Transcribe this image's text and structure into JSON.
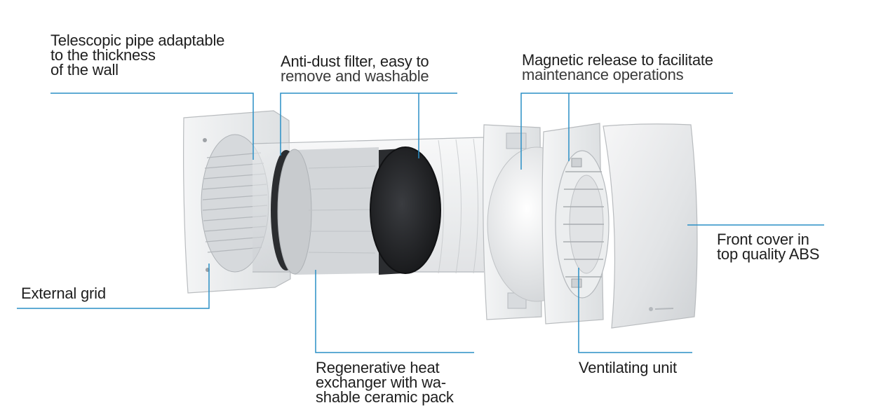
{
  "labels": {
    "telescopic_pipe": [
      "Telescopic pipe adaptable",
      "to the thickness",
      "of the wall"
    ],
    "anti_dust_filter": [
      "Anti-dust filter, easy to",
      "remove and washable"
    ],
    "magnetic_release": [
      "Magnetic release to facilitate",
      "maintenance operations"
    ],
    "front_cover": [
      "Front cover in",
      "top quality ABS"
    ],
    "external_grid": [
      "External grid"
    ],
    "regenerative_heat_exchanger": [
      "Regenerative heat",
      "exchanger with wa-",
      "shable ceramic pack"
    ],
    "ventilating_unit": [
      "Ventilating unit"
    ]
  },
  "colors": {
    "leader_line": "#2a8fc6",
    "text": "#1e1e1e",
    "panel": "#e9eaeb",
    "panel_edge": "#b9bcbf",
    "filter_foam": "#2b2d30",
    "ceramic": "#d3d6d9"
  }
}
